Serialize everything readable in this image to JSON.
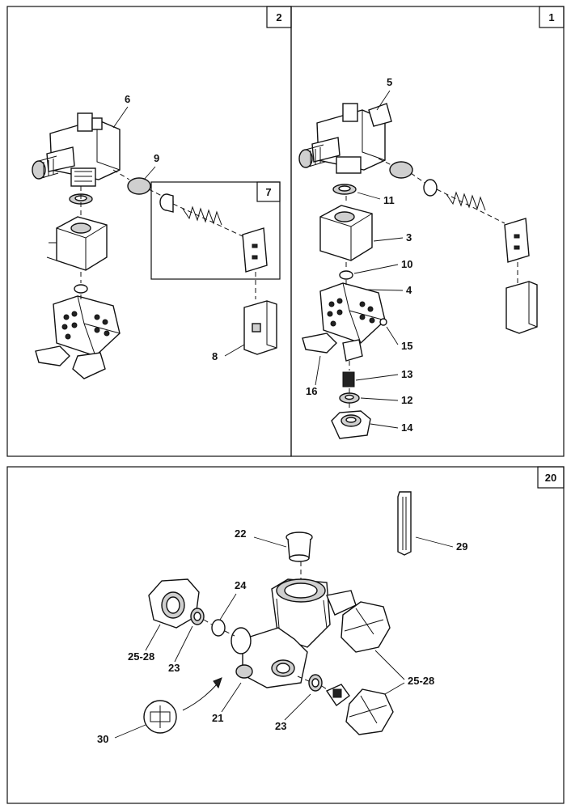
{
  "panels": {
    "top_left_number": "2",
    "top_right_number": "1",
    "inset_number": "7",
    "bottom_number": "20"
  },
  "labels": {
    "p2": [
      "6",
      "9",
      "8"
    ],
    "p1": [
      "5",
      "11",
      "3",
      "10",
      "4",
      "15",
      "13",
      "16",
      "12",
      "14"
    ],
    "p20": [
      "22",
      "29",
      "24",
      "25-28",
      "23",
      "25-28",
      "21",
      "23",
      "30"
    ]
  },
  "colors": {
    "line": "#111111",
    "paper": "#ffffff",
    "shade": "#cfcfcf"
  }
}
